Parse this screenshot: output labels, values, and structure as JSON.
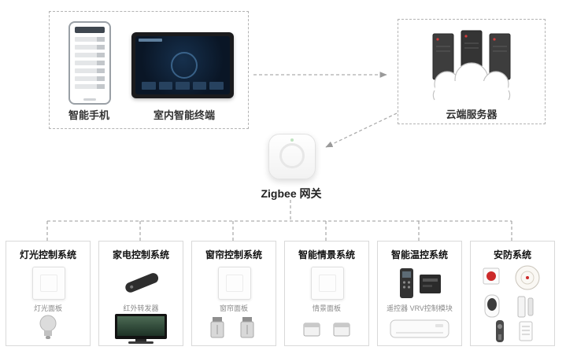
{
  "top": {
    "phone_label": "智能手机",
    "terminal_label": "室内智能终端",
    "cloud_label": "云端服务器"
  },
  "gateway": {
    "label": "Zigbee 网关"
  },
  "systems": [
    {
      "title": "灯光控制系统",
      "caption": "灯光面板"
    },
    {
      "title": "家电控制系统",
      "caption": "红外转发器"
    },
    {
      "title": "窗帘控制系统",
      "caption": "窗帘面板"
    },
    {
      "title": "智能情景系统",
      "caption": "情景面板"
    },
    {
      "title": "智能温控系统",
      "caption": "遥控器 VRV控制模块"
    },
    {
      "title": "安防系统",
      "caption": ""
    }
  ],
  "colors": {
    "line": "#adadad",
    "box_border": "#d9d9d9",
    "status_red": "#cc2a2a"
  }
}
